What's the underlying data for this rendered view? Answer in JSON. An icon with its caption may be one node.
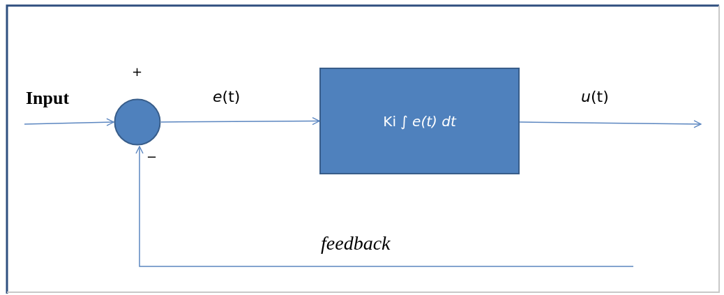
{
  "diagram": {
    "nodes": [
      {
        "text": [],
        "shape": "circle",
        "beside": [
          "+",
          "−"
        ]
      },
      {
        "text": [
          "Ki ∫ *e(t) dt*"
        ]
      }
    ],
    "edges": [
      {
        "from": null,
        "to": 0,
        "arrow": "to",
        "label": "Input"
      },
      {
        "from": 0,
        "to": 1,
        "arrow": "to",
        "label": "*e*(t)"
      },
      {
        "from": 1,
        "to": null,
        "arrow": "to",
        "label": "*u*(t)"
      },
      {
        "from": null,
        "to": 0,
        "arrow": "to",
        "label": "feedback"
      }
    ]
  }
}
